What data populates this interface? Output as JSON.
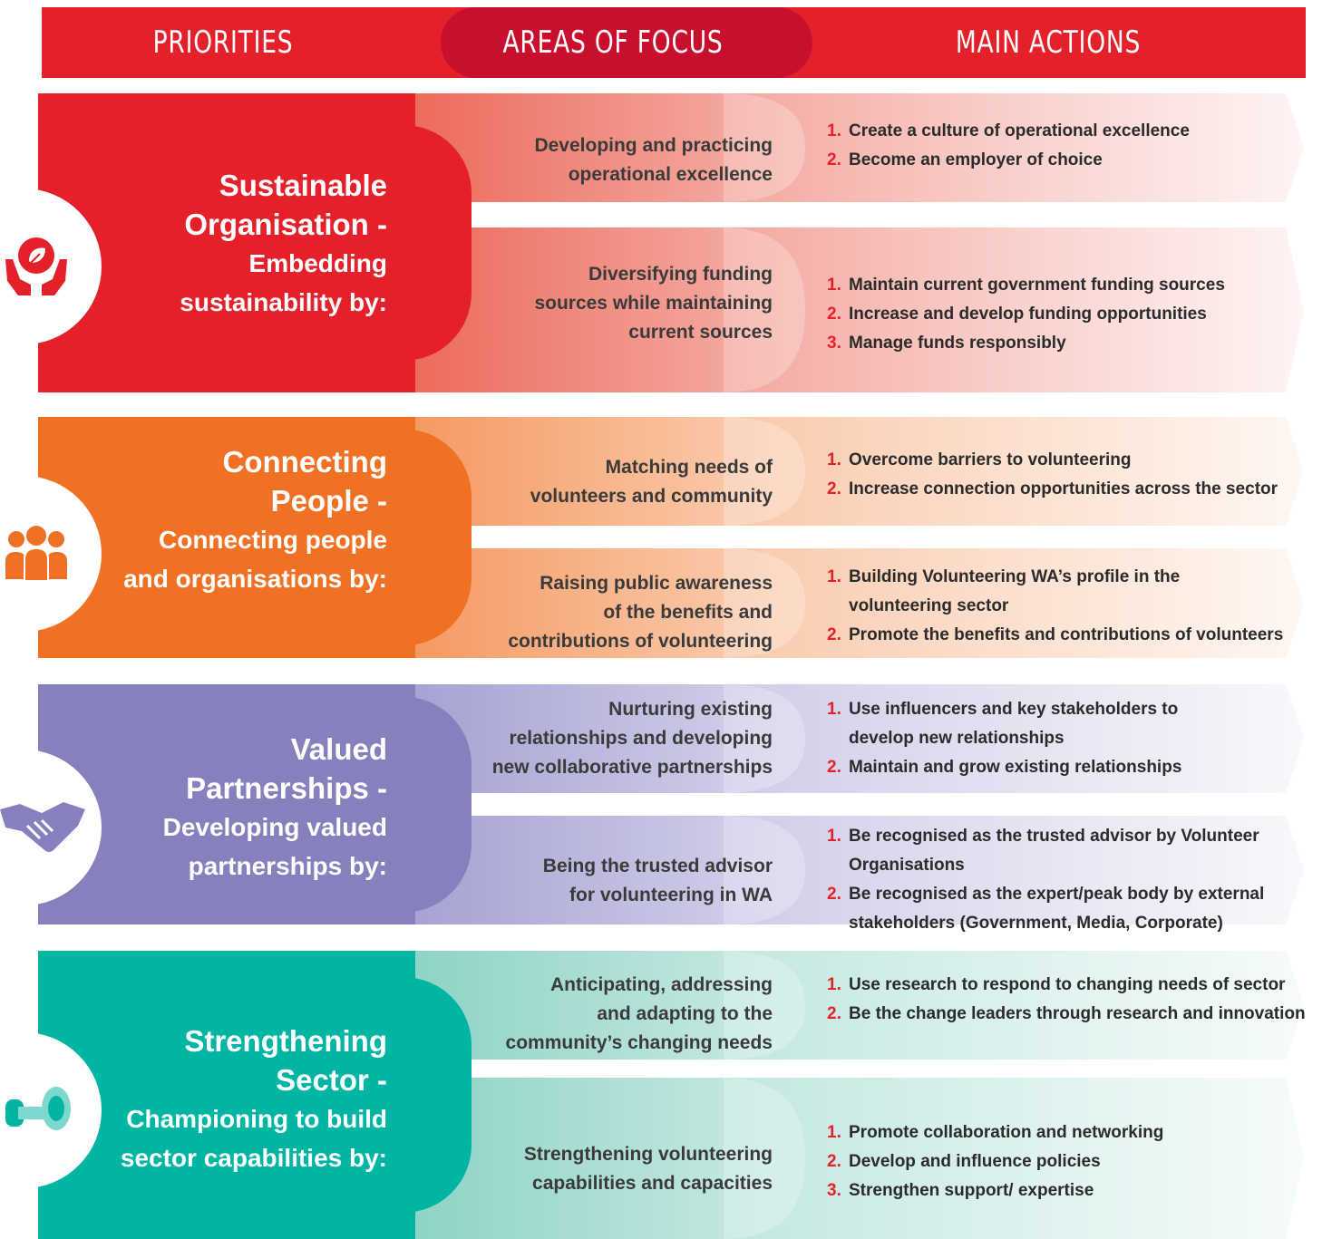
{
  "header": {
    "col1": "PRIORITIES",
    "col2": "AREAS OF FOCUS",
    "col3": "MAIN ACTIONS"
  },
  "sections": [
    {
      "color": "#e4202b",
      "icon": "hands-leaf-icon",
      "priority_big": [
        "Sustainable",
        "Organisation -"
      ],
      "priority_small": [
        "Embedding",
        "sustainability by:"
      ],
      "focus": [
        {
          "lines": [
            "Developing and practicing",
            "operational excellence"
          ],
          "actions": [
            {
              "n": "1.",
              "t": [
                "Create a culture of operational excellence"
              ]
            },
            {
              "n": "2.",
              "t": [
                "Become an employer of choice"
              ]
            }
          ]
        },
        {
          "lines": [
            "Diversifying funding",
            "sources while maintaining",
            "current sources"
          ],
          "actions": [
            {
              "n": "1.",
              "t": [
                "Maintain current government funding sources"
              ]
            },
            {
              "n": "2.",
              "t": [
                "Increase and develop funding opportunities"
              ]
            },
            {
              "n": "3.",
              "t": [
                "Manage funds responsibly"
              ]
            }
          ]
        }
      ]
    },
    {
      "color": "#f07124",
      "icon": "people-group-icon",
      "priority_big": [
        "Connecting",
        "People -"
      ],
      "priority_small": [
        "Connecting people",
        "and organisations by:"
      ],
      "focus": [
        {
          "lines": [
            "Matching needs of",
            "volunteers and community"
          ],
          "actions": [
            {
              "n": "1.",
              "t": [
                "Overcome barriers to volunteering"
              ]
            },
            {
              "n": "2.",
              "t": [
                "Increase connection opportunities across the sector"
              ]
            }
          ]
        },
        {
          "lines": [
            "Raising public awareness",
            "of the benefits and",
            "contributions of volunteering"
          ],
          "actions": [
            {
              "n": "1.",
              "t": [
                "Building Volunteering WA’s profile in the",
                "volunteering sector"
              ]
            },
            {
              "n": "2.",
              "t": [
                "Promote the benefits and contributions of volunteers"
              ]
            }
          ]
        }
      ]
    },
    {
      "color": "#8681bd",
      "icon": "handshake-icon",
      "priority_big": [
        "Valued",
        "Partnerships -"
      ],
      "priority_small": [
        "Developing valued",
        "partnerships by:"
      ],
      "focus": [
        {
          "lines": [
            "Nurturing existing",
            "relationships and developing",
            "new collaborative partnerships"
          ],
          "actions": [
            {
              "n": "1.",
              "t": [
                "Use influencers and key stakeholders to",
                "develop new relationships"
              ]
            },
            {
              "n": "2.",
              "t": [
                "Maintain and grow existing relationships"
              ]
            }
          ]
        },
        {
          "lines": [
            "Being the trusted advisor",
            "for volunteering in WA"
          ],
          "actions": [
            {
              "n": "1.",
              "t": [
                "Be recognised as the trusted advisor by Volunteer",
                "Organisations"
              ]
            },
            {
              "n": "2.",
              "t": [
                "Be recognised as the expert/peak body by external",
                "stakeholders (Government, Media, Corporate)"
              ]
            }
          ]
        }
      ]
    },
    {
      "color": "#00b6a3",
      "icon": "megaphone-icon",
      "priority_big": [
        "Strengthening",
        "Sector -"
      ],
      "priority_small": [
        "Championing to build",
        "sector capabilities by:"
      ],
      "focus": [
        {
          "lines": [
            "Anticipating, addressing",
            "and adapting to the",
            "community’s changing needs"
          ],
          "actions": [
            {
              "n": "1.",
              "t": [
                "Use research to respond to changing needs of sector"
              ]
            },
            {
              "n": "2.",
              "t": [
                "Be the change leaders through research and innovation"
              ]
            }
          ]
        },
        {
          "lines": [
            "Strengthening volunteering",
            "capabilities and capacities"
          ],
          "actions": [
            {
              "n": "1.",
              "t": [
                "Promote collaboration and networking"
              ]
            },
            {
              "n": "2.",
              "t": [
                "Develop and influence policies"
              ]
            },
            {
              "n": "3.",
              "t": [
                "Strengthen support/ expertise"
              ]
            }
          ]
        }
      ]
    }
  ]
}
